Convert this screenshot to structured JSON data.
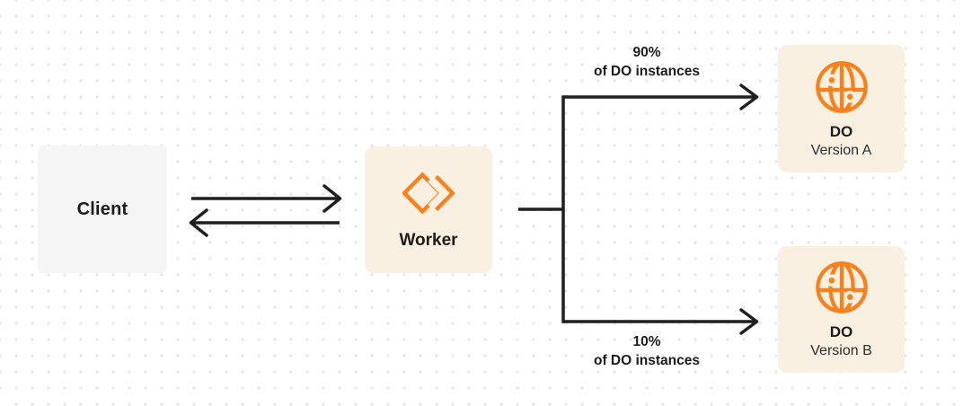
{
  "diagram": {
    "description": "Worker routing traffic between two Durable Object versions"
  },
  "colors": {
    "orange": "#F6821F",
    "cream": "#FAF0E2",
    "gray": "#F5F5F5",
    "line": "#1F1F1F",
    "dot": "#E4E4E4",
    "text": "#1B1B1B"
  },
  "nodes": {
    "client": {
      "label": "Client"
    },
    "worker": {
      "label": "Worker",
      "icon": "workers-logo-icon"
    },
    "do_a": {
      "title": "DO",
      "subtitle": "Version A",
      "icon": "durable-object-globe-icon"
    },
    "do_b": {
      "title": "DO",
      "subtitle": "Version B",
      "icon": "durable-object-globe-icon"
    }
  },
  "edges": {
    "client_worker": {
      "direction": "bidirectional"
    },
    "top_branch": {
      "pct": "90%",
      "sub": "of DO instances"
    },
    "bottom_branch": {
      "pct": "10%",
      "sub": "of DO instances"
    }
  }
}
